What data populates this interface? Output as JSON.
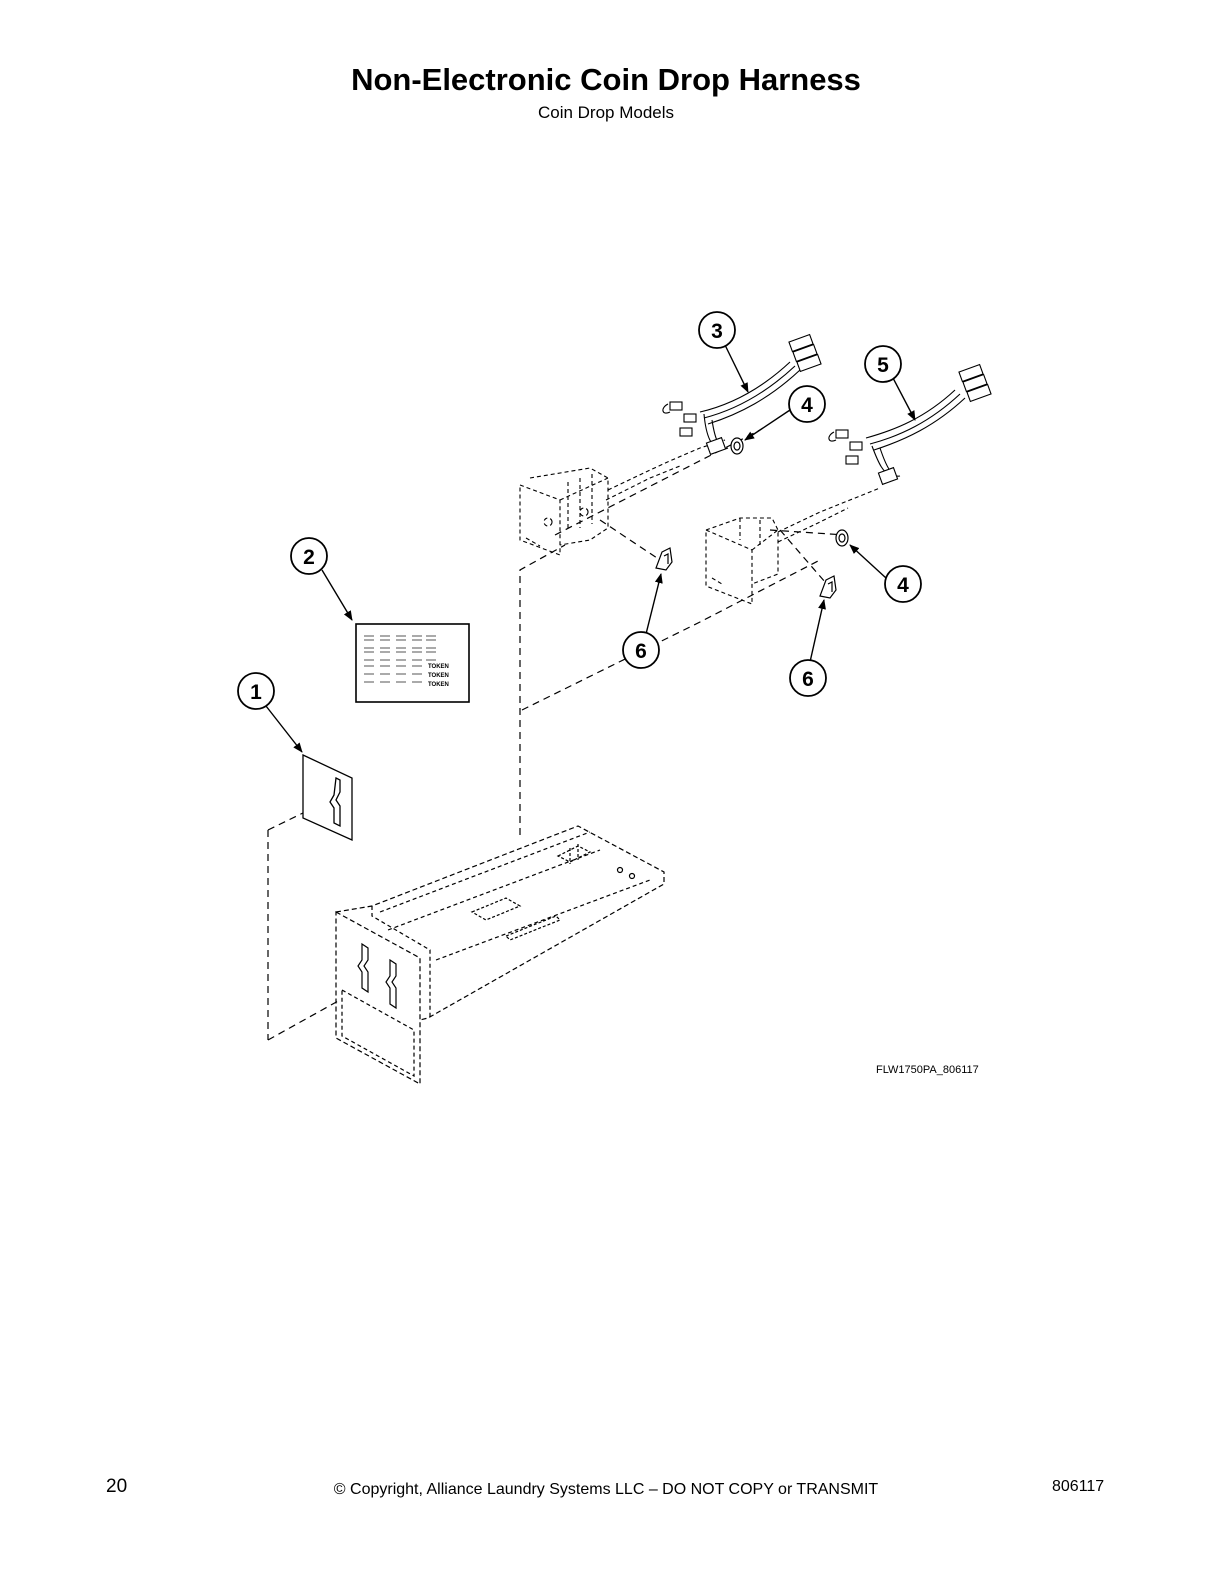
{
  "page": {
    "title": "Non-Electronic Coin Drop Harness",
    "subtitle": "Coin Drop Models"
  },
  "diagram": {
    "callouts": [
      "1",
      "2",
      "3",
      "4",
      "4",
      "5",
      "6",
      "6"
    ],
    "decal_tokens": [
      "TOKEN",
      "TOKEN",
      "TOKEN"
    ],
    "figure_id": "FLW1750PA_806117"
  },
  "footer": {
    "page_number": "20",
    "copyright": "© Copyright, Alliance Laundry Systems LLC – DO NOT COPY or TRANSMIT",
    "doc_number": "806117"
  }
}
